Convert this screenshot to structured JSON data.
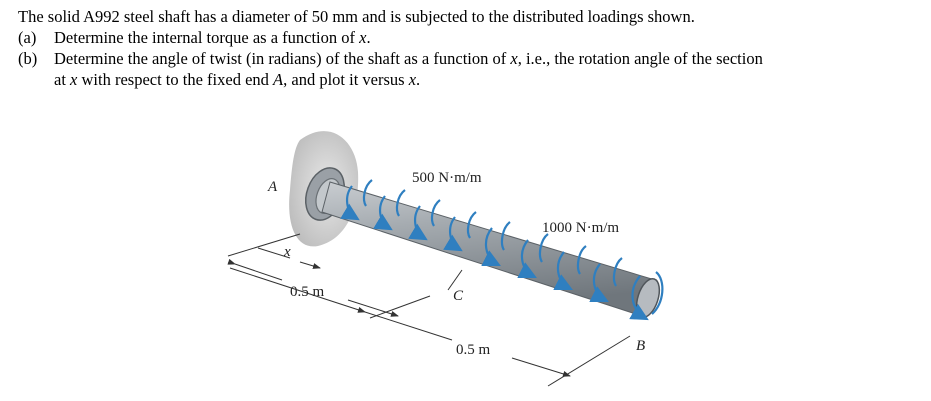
{
  "problem": {
    "intro": "The solid A992 steel shaft has a diameter of 50 mm and is subjected to the distributed loadings shown.",
    "part_a": {
      "tag": "(a)",
      "pre": "Determine the internal torque as a function of ",
      "var": "x",
      "post": "."
    },
    "part_b": {
      "tag": "(b)",
      "line1_pre": "Determine the angle of twist (in radians) of the shaft as a function of ",
      "line1_var": "x",
      "line1_post": ", i.e., the rotation angle of the section",
      "line2_pre": "at ",
      "line2_var1": "x",
      "line2_mid": " with respect to the fixed end ",
      "line2_var2": "A",
      "line2_mid2": ", and plot it versus ",
      "line2_var3": "x",
      "line2_post": "."
    }
  },
  "diagram": {
    "label_a": "A",
    "label_b": "B",
    "label_c": "C",
    "label_x": "x",
    "load_1": "500 N·m/m",
    "load_2": "1000 N·m/m",
    "dim_1": "0.5 m",
    "dim_2": "0.5 m",
    "colors": {
      "shaft": "#8f969c",
      "shaft_light": "#c9cdd1",
      "load_arrow": "#2f7fc0",
      "wall": "#d4d4d4"
    }
  }
}
